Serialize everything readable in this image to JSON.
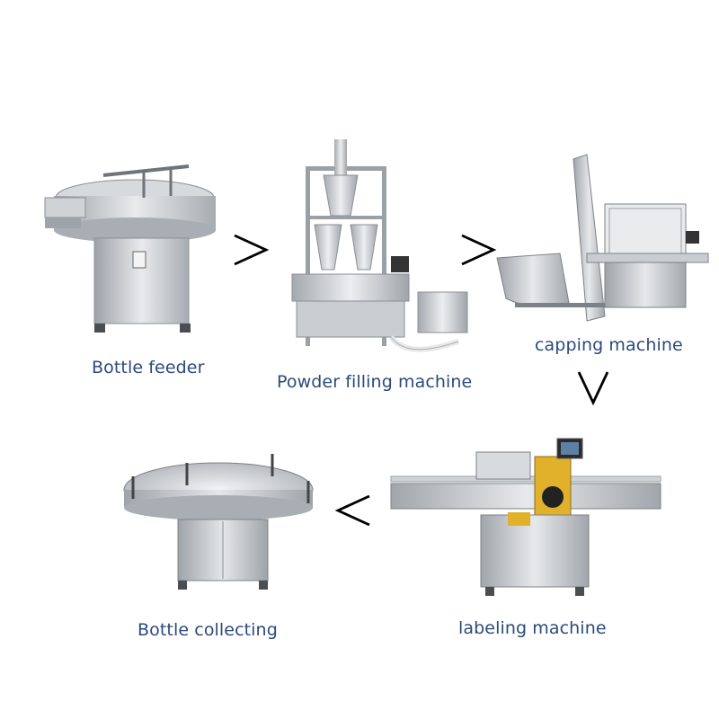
{
  "stations": {
    "bottle_feeder": "Bottle feeder",
    "powder_filling": "Powder filling machine",
    "capping": "capping machine",
    "labeling": "labeling machine",
    "bottle_collecting": "Bottle collecting"
  },
  "colors": {
    "label_text": "#2c4a7a",
    "steel_light": "#e4e6e8",
    "steel_mid": "#b8bcc1",
    "steel_dark": "#7c8187",
    "arrow": "#000000"
  },
  "icons": [
    "chevron-right-icon",
    "chevron-right-icon",
    "chevron-down-icon",
    "chevron-left-icon"
  ]
}
